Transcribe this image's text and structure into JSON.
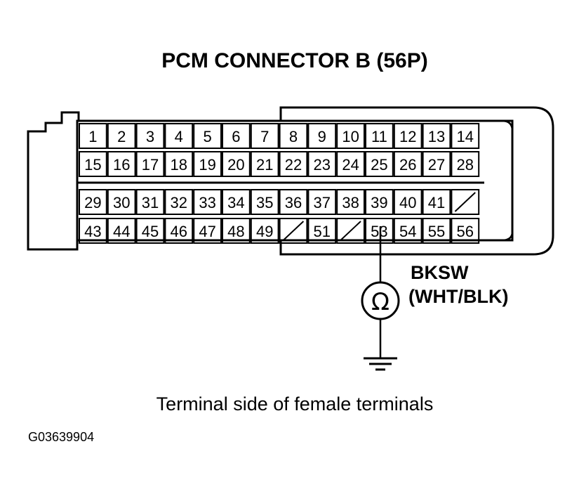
{
  "title": "PCM CONNECTOR B (56P)",
  "wire": {
    "name": "BKSW",
    "color": "(WHT/BLK)",
    "terminal": "53"
  },
  "meter_symbol": "Ω",
  "caption": "Terminal side of female terminals",
  "figure_code": "G03639904",
  "rows": [
    [
      "1",
      "2",
      "3",
      "4",
      "5",
      "6",
      "7",
      "8",
      "9",
      "10",
      "11",
      "12",
      "13",
      "14"
    ],
    [
      "15",
      "16",
      "17",
      "18",
      "19",
      "20",
      "21",
      "22",
      "23",
      "24",
      "25",
      "26",
      "27",
      "28"
    ],
    [
      "29",
      "30",
      "31",
      "32",
      "33",
      "34",
      "35",
      "36",
      "37",
      "38",
      "39",
      "40",
      "41",
      ""
    ],
    [
      "43",
      "44",
      "45",
      "46",
      "47",
      "48",
      "49",
      "",
      "51",
      "",
      "53",
      "54",
      "55",
      "56"
    ]
  ],
  "empty_cells": [
    [
      2,
      13
    ],
    [
      3,
      7
    ],
    [
      3,
      9
    ]
  ]
}
